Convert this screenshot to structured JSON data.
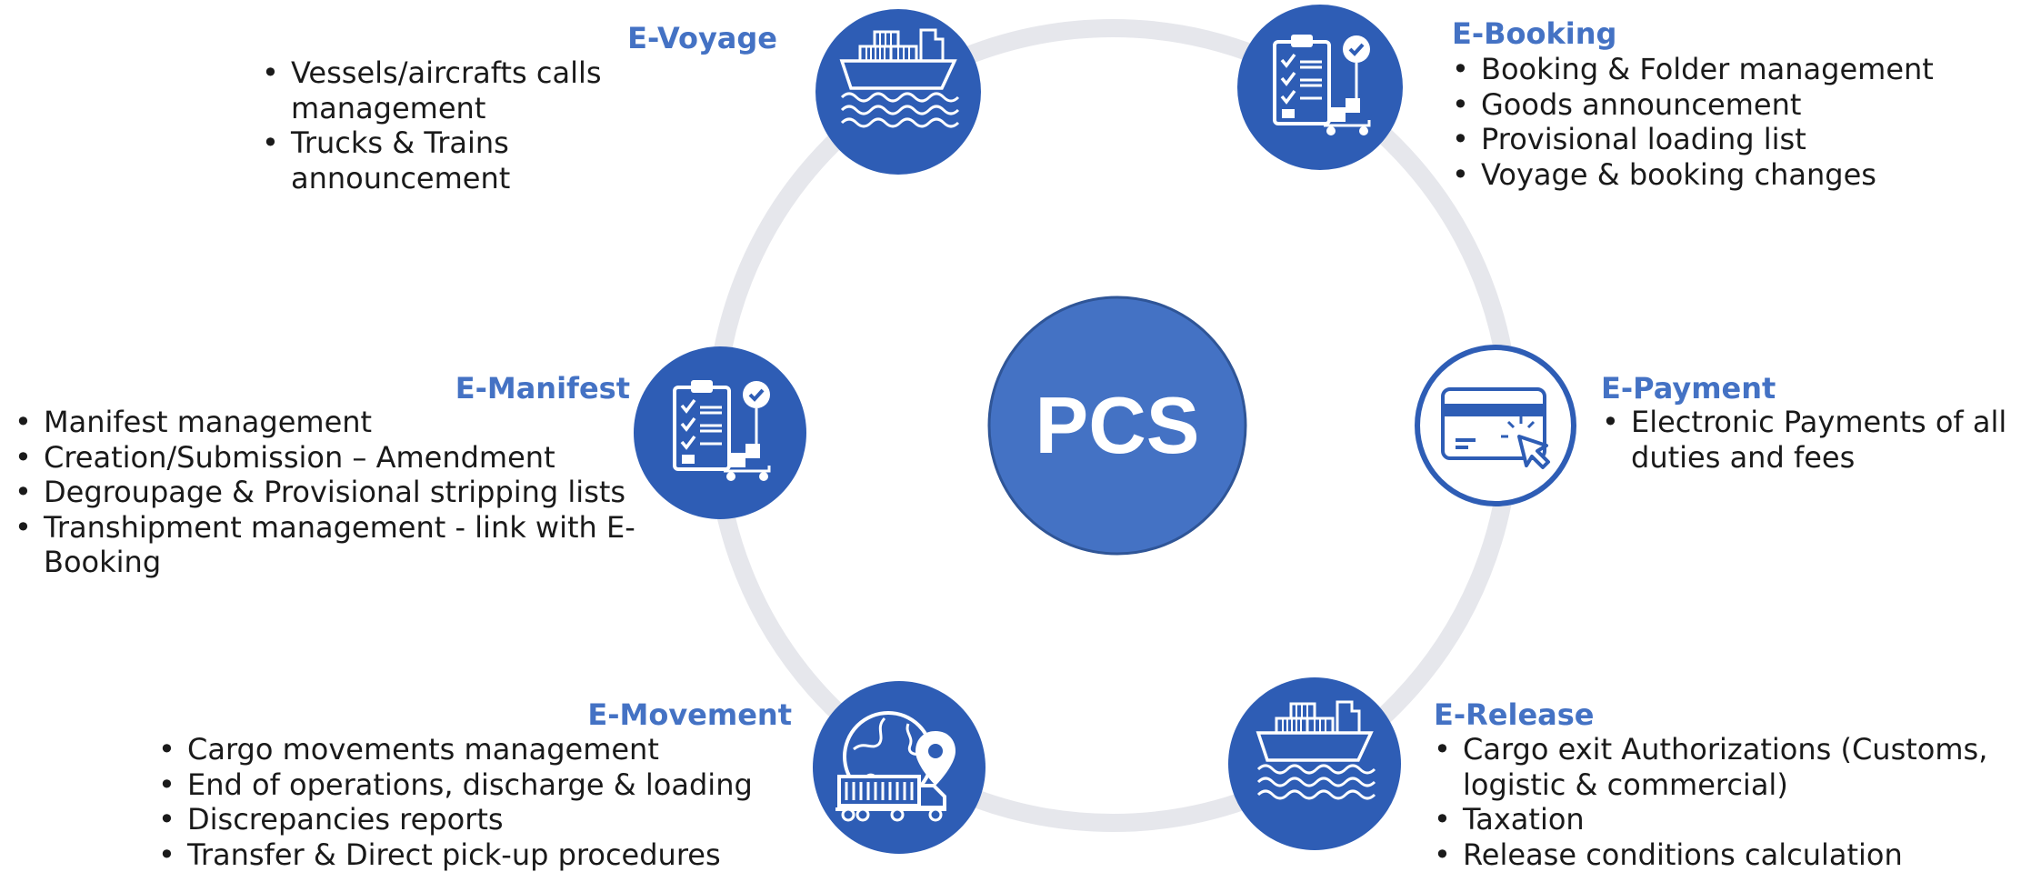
{
  "center": {
    "label": "PCS"
  },
  "colors": {
    "accent": "#4472C4",
    "node_fill": "#2E5DB5",
    "ring": "#E6E7EC",
    "center_fill": "#4472C4",
    "text": "#1a1a1a"
  },
  "modules": [
    {
      "title": "E-Voyage",
      "icon": "cargo-ship-icon",
      "items": [
        "Vessels/aircrafts calls management",
        "Trucks & Trains announcement"
      ]
    },
    {
      "title": "E-Booking",
      "icon": "clipboard-checklist-icon",
      "items": [
        "Booking & Folder management",
        "Goods announcement",
        "Provisional loading list",
        "Voyage & booking changes"
      ]
    },
    {
      "title": "E-Manifest",
      "icon": "clipboard-checklist-icon",
      "items": [
        "Manifest management",
        "Creation/Submission – Amendment",
        "Degroupage & Provisional stripping lists",
        "Transhipment management - link with E-Booking"
      ]
    },
    {
      "title": "E-Payment",
      "icon": "credit-card-click-icon",
      "items": [
        "Electronic Payments of all duties and fees"
      ]
    },
    {
      "title": "E-Movement",
      "icon": "globe-truck-location-icon",
      "items": [
        "Cargo movements management",
        "End of operations, discharge & loading",
        "Discrepancies reports",
        "Transfer & Direct pick-up procedures"
      ]
    },
    {
      "title": "E-Release",
      "icon": "cargo-ship-icon",
      "items": [
        "Cargo exit Authorizations (Customs, logistic & commercial)",
        "Taxation",
        "Release conditions calculation"
      ]
    }
  ]
}
